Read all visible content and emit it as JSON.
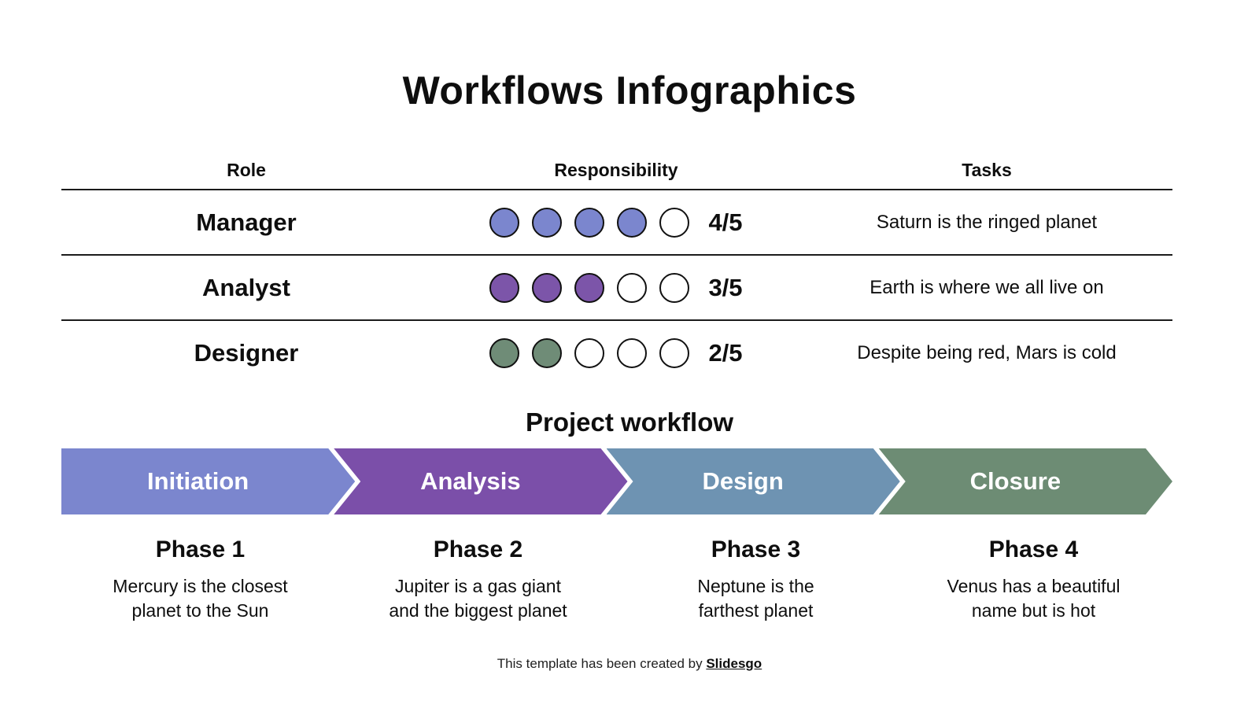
{
  "title": "Workflows Infographics",
  "table": {
    "headers": {
      "role": "Role",
      "responsibility": "Responsibility",
      "tasks": "Tasks"
    },
    "rows": [
      {
        "role": "Manager",
        "filled": 4,
        "total": 5,
        "score": "4/5",
        "color": "#7b86ce",
        "task": "Saturn is the ringed planet"
      },
      {
        "role": "Analyst",
        "filled": 3,
        "total": 5,
        "score": "3/5",
        "color": "#7c55a9",
        "task": "Earth is where we all live on"
      },
      {
        "role": "Designer",
        "filled": 2,
        "total": 5,
        "score": "2/5",
        "color": "#6f8c77",
        "task": "Despite being red, Mars is cold"
      }
    ]
  },
  "workflow": {
    "heading": "Project workflow",
    "steps": [
      {
        "label": "Initiation",
        "color": "#7b86ce",
        "phase": "Phase 1",
        "desc_line1": "Mercury is the closest",
        "desc_line2": "planet to the Sun"
      },
      {
        "label": "Analysis",
        "color": "#7b4fa9",
        "phase": "Phase 2",
        "desc_line1": "Jupiter is a gas giant",
        "desc_line2": "and the biggest planet"
      },
      {
        "label": "Design",
        "color": "#6e93b2",
        "phase": "Phase 3",
        "desc_line1": "Neptune is  the",
        "desc_line2": "farthest planet"
      },
      {
        "label": "Closure",
        "color": "#6d8c74",
        "phase": "Phase 4",
        "desc_line1": "Venus has a beautiful",
        "desc_line2": "name but is hot"
      }
    ]
  },
  "footer": {
    "text": "This template has been created by ",
    "brand": "Slidesgo"
  }
}
